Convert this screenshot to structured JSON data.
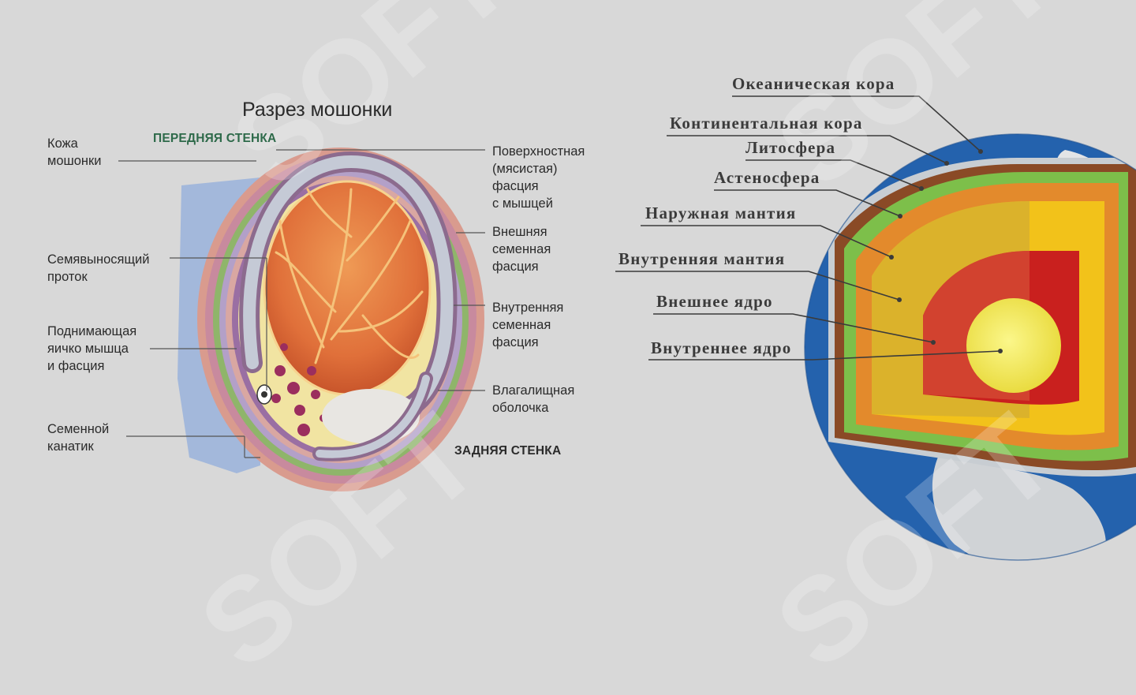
{
  "scrotum": {
    "title": "Разрез мошонки",
    "front_wall": "ПЕРЕДНЯЯ СТЕНКА",
    "back_wall": "ЗАДНЯЯ СТЕНКА",
    "left_labels": {
      "skin": "Кожа\nмошонки",
      "vas_deferens": "Семявыносящий\nпроток",
      "cremaster": "Поднимающая\nяичко мышца\nи фасция",
      "spermatic_cord": "Семенной\nканатик"
    },
    "right_labels": {
      "superficial_fascia": "Поверхностная\n(мясистая)\nфасция\nс мышцей",
      "external_fascia": "Внешняя\nсеменная\nфасция",
      "internal_fascia": "Внутренняя\nсеменная\nфасция",
      "vaginal_tunic": "Влагалищная\nоболочка"
    }
  },
  "earth": {
    "labels": {
      "oceanic_crust": "Океаническая кора",
      "continental_crust": "Континентальная кора",
      "lithosphere": "Литосфера",
      "asthenosphere": "Астеносфера",
      "outer_mantle": "Наружная мантия",
      "inner_mantle": "Внутренняя мантия",
      "outer_core": "Внешнее ядро",
      "inner_core": "Внутреннее ядро"
    }
  },
  "watermark": {
    "text": "SOFT"
  },
  "colors": {
    "background": "#d8d8d8",
    "testis": "#e0703a",
    "vessel": "#f5c27a",
    "ocean": "#1f5fa8",
    "green_layer": "#7dbf4a",
    "orange_layer": "#e38a2c",
    "yellow_layer": "#f2c21a",
    "red_core": "#c9201e",
    "inner_core": "#f3ec4c"
  }
}
